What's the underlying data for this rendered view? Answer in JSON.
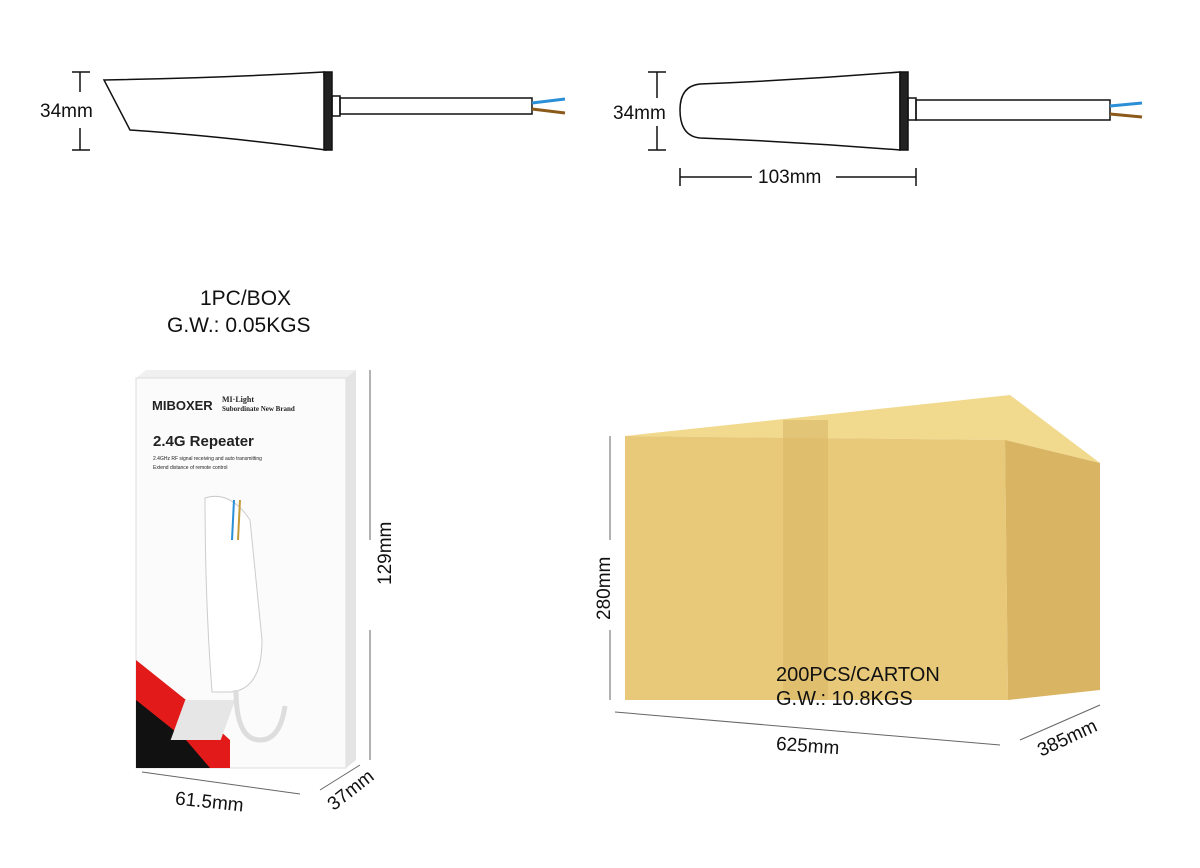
{
  "side_view": {
    "height": "34mm"
  },
  "front_view": {
    "height": "34mm",
    "length": "103mm"
  },
  "single_box": {
    "quantity": "1PC/BOX",
    "gross_weight": "G.W.: 0.05KGS",
    "brand": "MIBOXER",
    "sub_brand": "MI·Light",
    "sub_brand_tagline": "Subordinate New Brand",
    "product_name": "2.4G Repeater",
    "feature_1": "2.4GHz RF signal receiving and auto transmitting",
    "feature_2": "Extend distance of remote control",
    "width": "61.5mm",
    "depth": "37mm",
    "height": "129mm"
  },
  "carton": {
    "quantity": "200PCS/CARTON",
    "gross_weight": "G.W.: 10.8KGS",
    "width": "625mm",
    "depth": "385mm",
    "height": "280mm"
  },
  "colors": {
    "cardboard": "#e8c97a",
    "wire_blue": "#2a8fd6",
    "wire_brown": "#8b5a1a",
    "brand_red": "#e21a1a"
  }
}
